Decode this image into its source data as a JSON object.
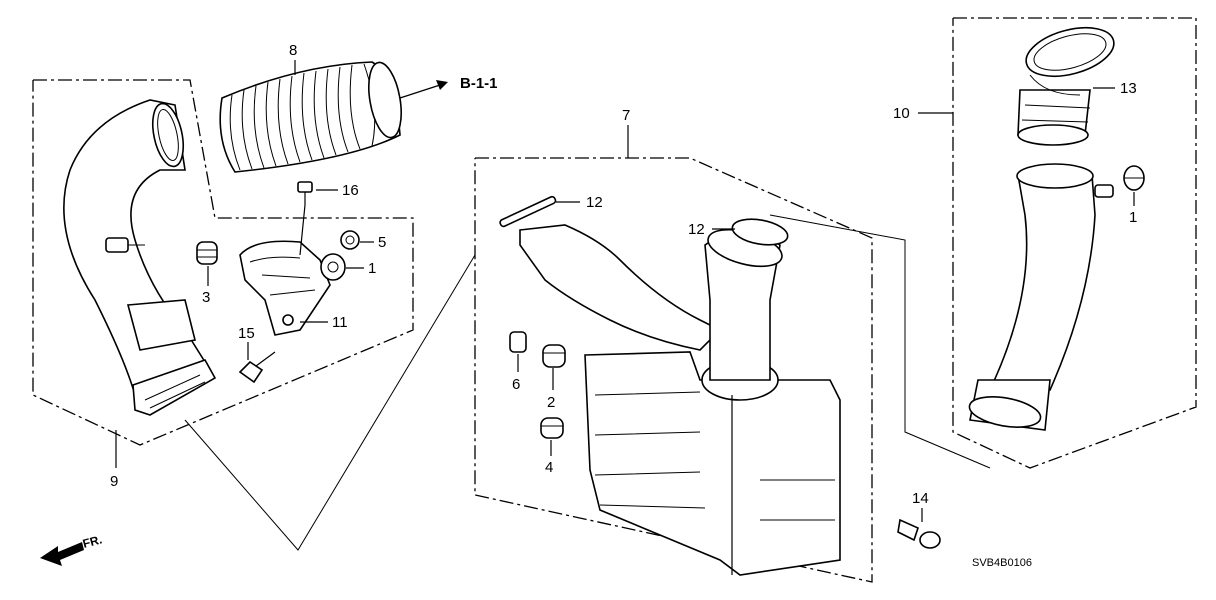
{
  "callouts": {
    "c1_mid": "1",
    "c1_right": "1",
    "c2": "2",
    "c3": "3",
    "c4": "4",
    "c5": "5",
    "c6": "6",
    "c7": "7",
    "c8": "8",
    "c9": "9",
    "c10": "10",
    "c11": "11",
    "c12_left": "12",
    "c12_right": "12",
    "c13": "13",
    "c14": "14",
    "c15": "15",
    "c16": "16"
  },
  "reference": "B-1-1",
  "front_marker": "FR.",
  "diagram_code": "SVB4B0106"
}
